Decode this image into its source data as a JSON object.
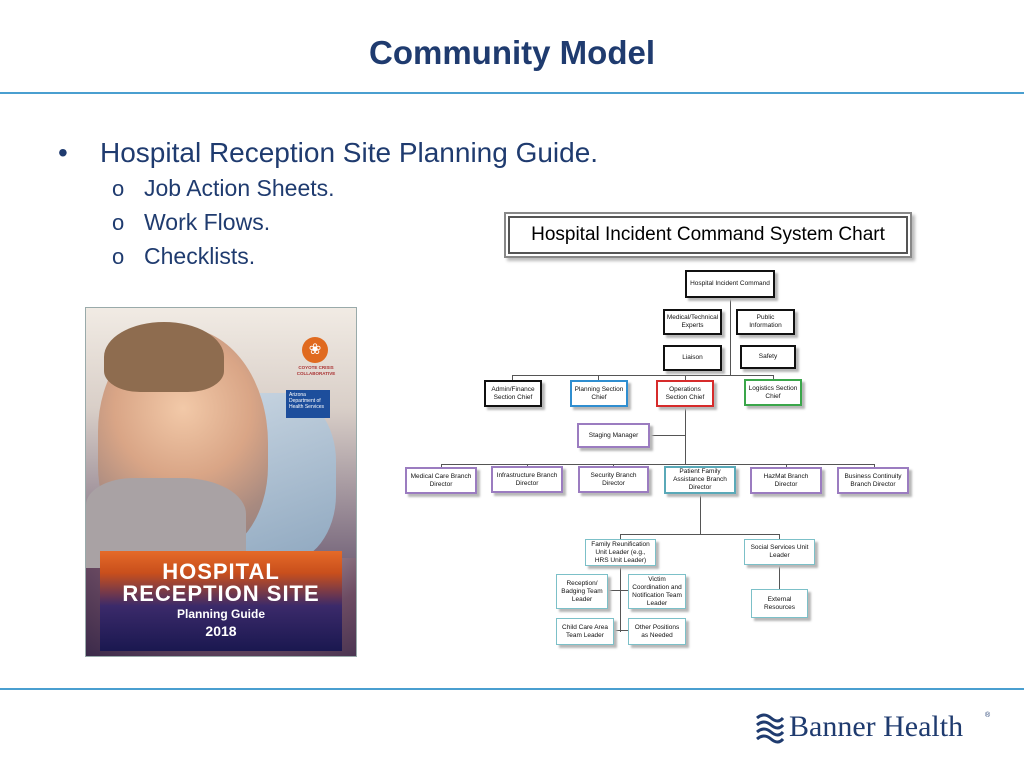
{
  "slide": {
    "title": "Community Model",
    "bullets": {
      "main": "Hospital Reception Site Planning Guide.",
      "main_marker": "•",
      "sub_marker": "o",
      "subs": [
        "Job Action Sheets.",
        "Work Flows.",
        "Checklists."
      ]
    }
  },
  "cover": {
    "line1": "HOSPITAL",
    "line2": "RECEPTION SITE",
    "line3": "Planning Guide",
    "year": "2018",
    "logo1_text": "COYOTE CRISIS COLLABORATIVE",
    "logo2_text": "Arizona Department of Health Services"
  },
  "chart": {
    "title": "Hospital Incident Command System Chart",
    "nodes": {
      "incident_command": "Hospital Incident Command",
      "medical_experts": "Medical/Technical Experts",
      "public_info": "Public Information",
      "liaison": "Liaison",
      "safety": "Safety",
      "admin_finance": "Admin/Finance Section Chief",
      "planning": "Planning Section Chief",
      "operations": "Operations Section Chief",
      "logistics": "Logistics Section Chief",
      "staging": "Staging Manager",
      "medical_care": "Medical Care Branch Director",
      "infrastructure": "Infrastructure Branch Director",
      "security": "Security Branch Director",
      "patient_family": "Patient Family Assistance Branch Director",
      "hazmat": "HazMat Branch Director",
      "business_continuity": "Business Continuity Branch Director",
      "family_reunification": "Family Reunification Unit Leader (e.g., HRS Unit Leader)",
      "social_services": "Social Services Unit Leader",
      "reception_badging": "Reception/ Badging Team Leader",
      "victim_coordination": "Victim Coordination and Notification Team Leader",
      "child_care": "Child Care Area Team Leader",
      "other_positions": "Other Positions as Needed",
      "external_resources": "External Resources"
    }
  },
  "footer": {
    "logo_name": "Banner Health",
    "reg_mark": "®"
  },
  "colors": {
    "title": "#1f3b6f",
    "rule": "#4a9fd0",
    "planning": "#2f8ed0",
    "operations": "#d62b2b",
    "logistics": "#3aa64a",
    "branch": "#9b7cc0",
    "unit": "#5aa9b8"
  }
}
